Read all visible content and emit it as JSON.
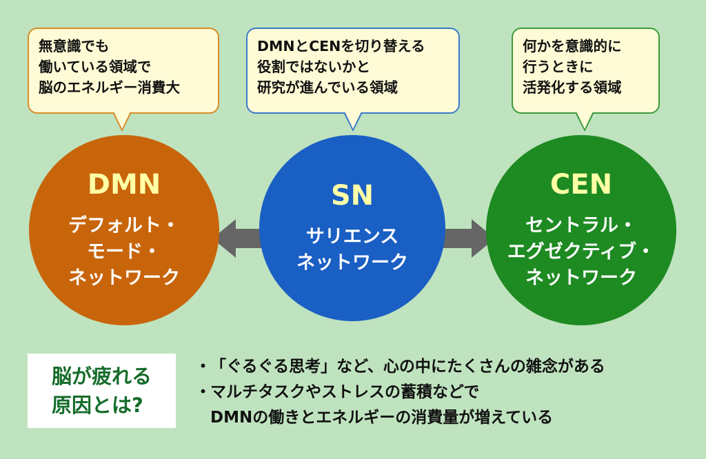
{
  "bubbles": {
    "dmn": {
      "lines": [
        "無意識でも",
        "働いている領域で",
        "脳のエネルギー消費大"
      ],
      "border": "#d98b2a"
    },
    "sn": {
      "lines": [
        "DMNとCENを切り替える",
        "役割ではないかと",
        "研究が進んでいる領域"
      ],
      "border": "#3a78c9"
    },
    "cen": {
      "lines": [
        "何かを意識的に",
        "行うときに",
        "活発化する領域"
      ],
      "border": "#3c9a3c"
    }
  },
  "circles": {
    "dmn": {
      "abbr": "DMN",
      "name_lines": [
        "デフォルト・",
        "モード・",
        "ネットワーク"
      ],
      "color": "#c8650b"
    },
    "sn": {
      "abbr": "SN",
      "name_lines": [
        "サリエンス",
        "ネットワーク"
      ],
      "color": "#1a5fc4"
    },
    "cen": {
      "abbr": "CEN",
      "name_lines": [
        "セントラル・",
        "エグゼクティブ・",
        "ネットワーク"
      ],
      "color": "#1e8a22"
    }
  },
  "summary": {
    "label_lines": [
      "脳が疲れる",
      "原因とは?"
    ],
    "bullet": "・",
    "items": [
      {
        "lines": [
          "「ぐるぐる思考」など、心の中にたくさんの雑念がある"
        ]
      },
      {
        "lines": [
          "マルチタスクやストレスの蓄積などで",
          "DMNの働きとエネルギーの消費量が増えている"
        ]
      }
    ]
  },
  "colors": {
    "background": "#bfe3bf",
    "arrow": "#666666",
    "label_text": "#156c2a",
    "abbr_text": "#ffffa6"
  }
}
